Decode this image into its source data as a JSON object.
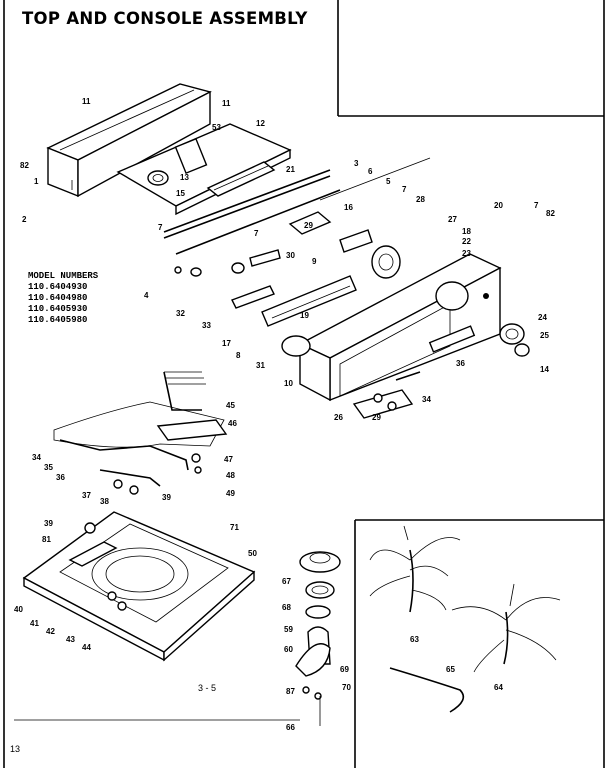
{
  "title": "TOP AND CONSOLE ASSEMBLY",
  "model_numbers": {
    "heading": "MODEL NUMBERS",
    "items": [
      "110.6404930",
      "110.6404980",
      "110.6405930",
      "110.6405980"
    ]
  },
  "page_ref": "3 - 5",
  "corner_mark": "13",
  "callouts": [
    "11",
    "11",
    "12",
    "1",
    "82",
    "2",
    "53",
    "13",
    "15",
    "21",
    "7",
    "3",
    "6",
    "5",
    "7",
    "16",
    "28",
    "27",
    "29",
    "7",
    "18",
    "22",
    "23",
    "20",
    "7",
    "82",
    "30",
    "9",
    "4",
    "32",
    "33",
    "17",
    "19",
    "8",
    "31",
    "10",
    "24",
    "25",
    "14",
    "36",
    "26",
    "29",
    "34",
    "45",
    "46",
    "47",
    "48",
    "49",
    "34",
    "35",
    "36",
    "37",
    "38",
    "39",
    "39",
    "71",
    "81",
    "50",
    "40",
    "41",
    "42",
    "43",
    "44",
    "67",
    "68",
    "59",
    "60",
    "69",
    "70",
    "87",
    "66",
    "63",
    "64",
    "65"
  ]
}
